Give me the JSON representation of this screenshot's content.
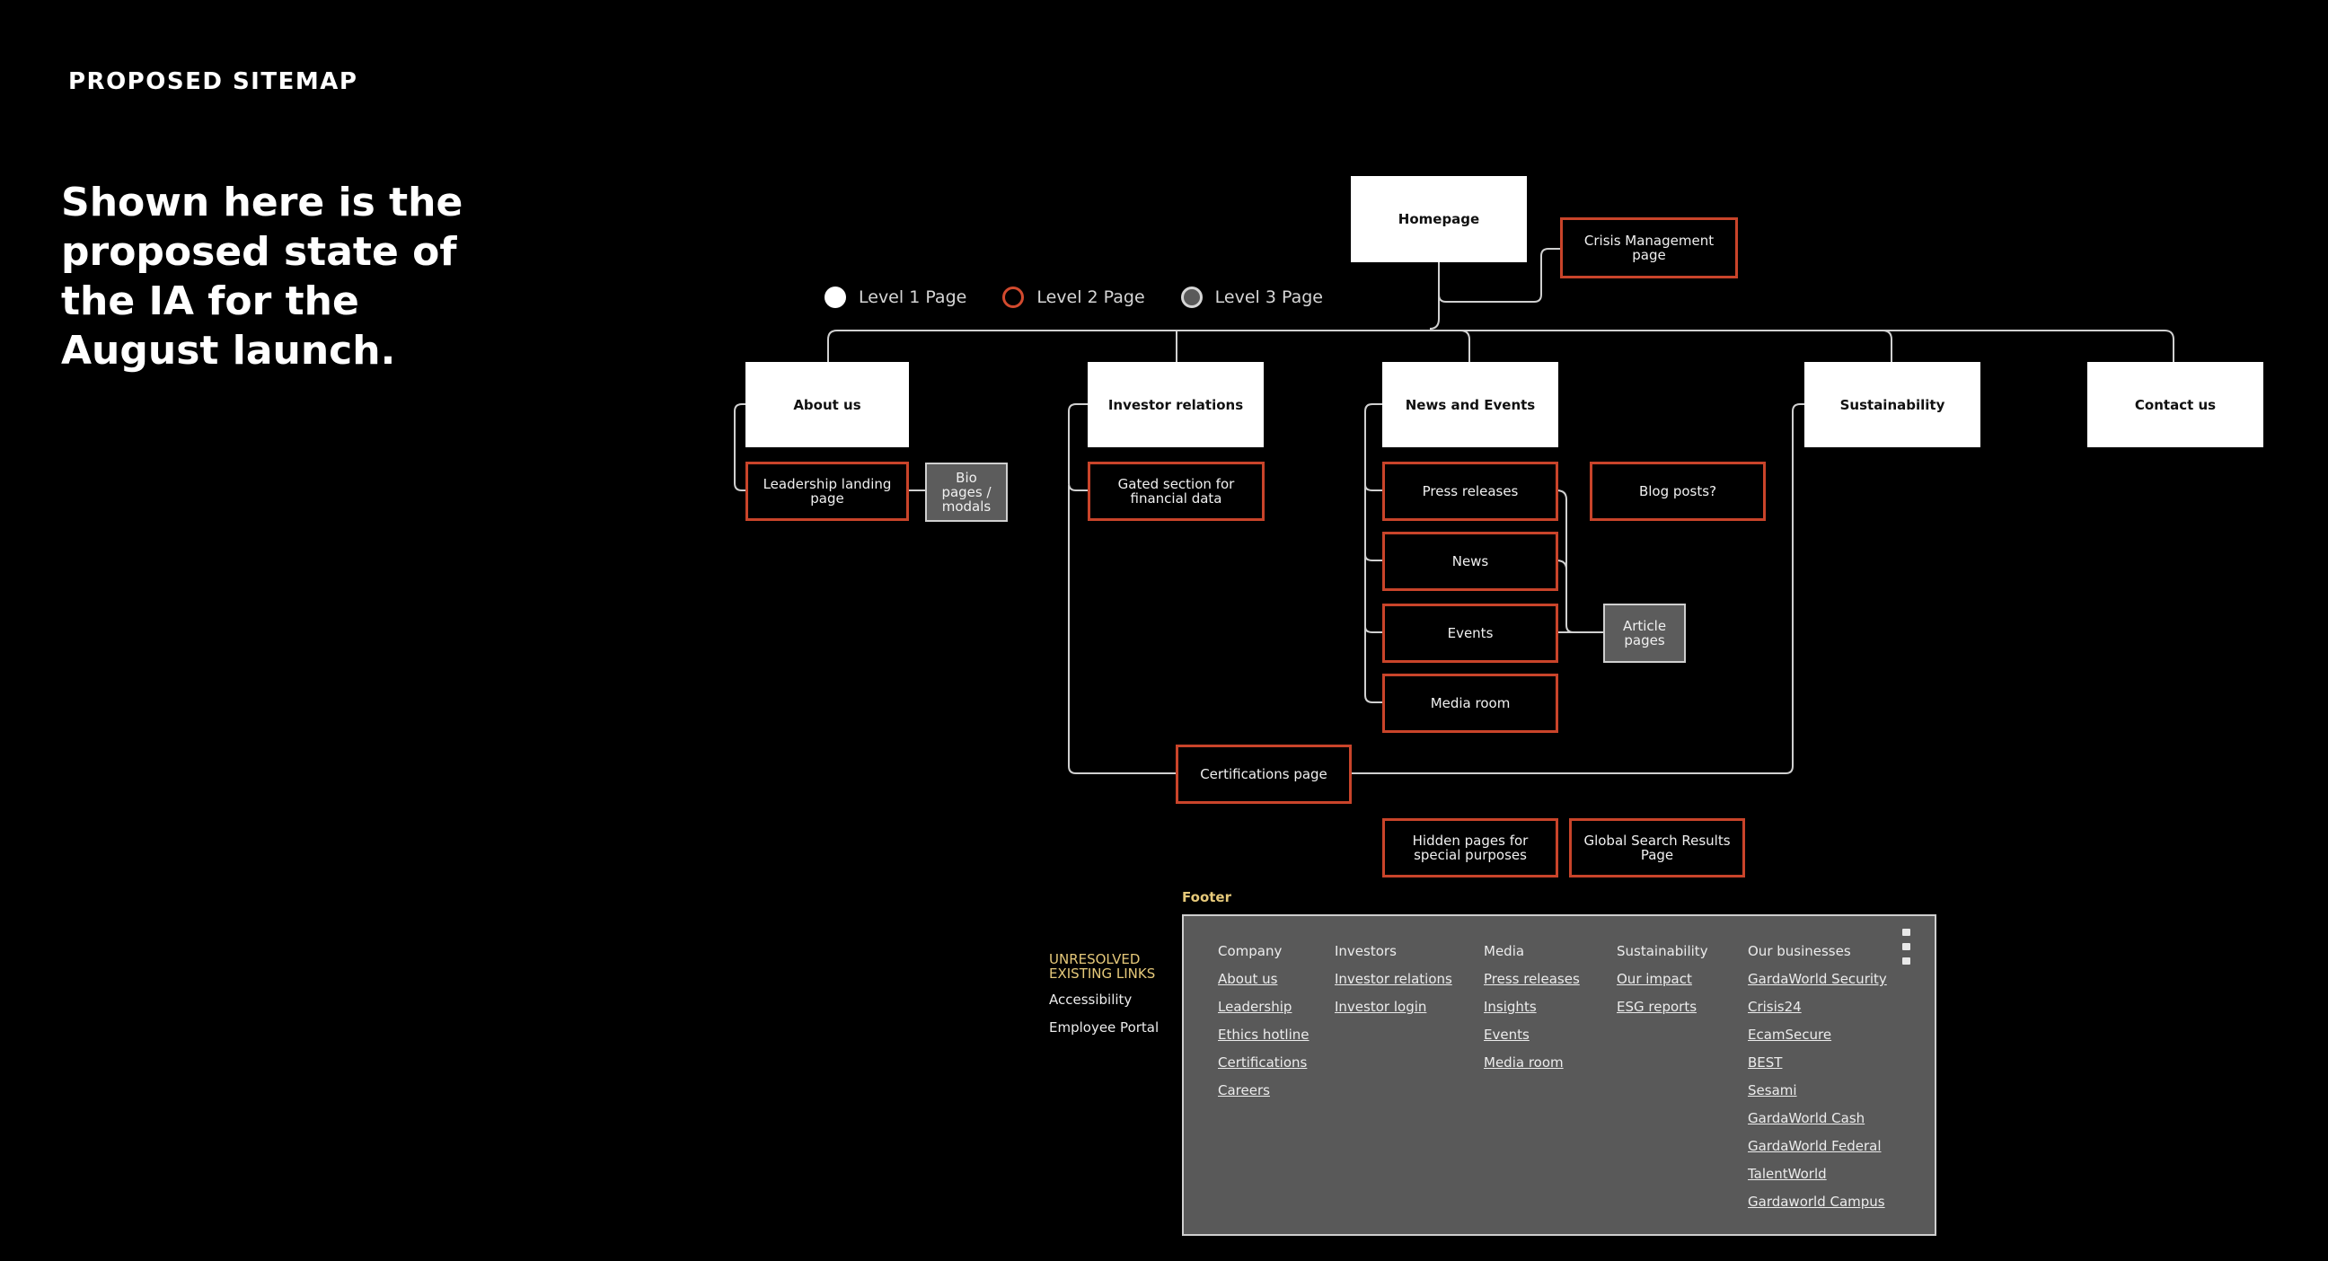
{
  "eyebrow": "PROPOSED SITEMAP",
  "headline": "Shown here is the proposed state of the IA for the August launch.",
  "legend": {
    "level1": "Level 1 Page",
    "level2": "Level 2 Page",
    "level3": "Level 3 Page"
  },
  "colors": {
    "level1_fill": "#ffffff",
    "level2_border": "#c9442a",
    "level3_fill": "#5c5c5c",
    "footer_label": "#e6c97a"
  },
  "nodes": {
    "homepage": "Homepage",
    "crisis": "Crisis Management page",
    "about": "About us",
    "investor": "Investor relations",
    "news_events": "News and Events",
    "sustainability": "Sustainability",
    "contact": "Contact us",
    "leadership": "Leadership landing page",
    "bio": "Bio pages / modals",
    "gated": "Gated section for financial data",
    "press": "Press releases",
    "blog": "Blog posts?",
    "news": "News",
    "events": "Events",
    "article": "Article pages",
    "media": "Media room",
    "certifications": "Certifications page",
    "hidden": "Hidden pages for special purposes",
    "search": "Global Search Results Page"
  },
  "footer": {
    "label": "Footer",
    "columns": [
      {
        "heading": "Company",
        "links": [
          "About us",
          "Leadership",
          "Ethics hotline",
          "Certifications",
          "Careers"
        ]
      },
      {
        "heading": "Investors",
        "links": [
          "Investor relations",
          "Investor login"
        ]
      },
      {
        "heading": "Media",
        "links": [
          "Press releases",
          "Insights",
          "Events",
          "Media room"
        ]
      },
      {
        "heading": "Sustainability",
        "links": [
          "Our impact",
          "ESG reports"
        ]
      },
      {
        "heading": "Our businesses",
        "links": [
          "GardaWorld Security",
          "Crisis24",
          "EcamSecure",
          "BEST",
          "Sesami",
          "GardaWorld Cash",
          "GardaWorld Federal",
          "TalentWorld",
          "Gardaworld Campus"
        ]
      }
    ],
    "social_icons": [
      "linkedin-icon",
      "youtube-icon",
      "instagram-icon"
    ]
  },
  "unresolved": {
    "heading": "UNRESOLVED EXISTING LINKS",
    "items": [
      "Accessibility",
      "Employee Portal"
    ]
  }
}
